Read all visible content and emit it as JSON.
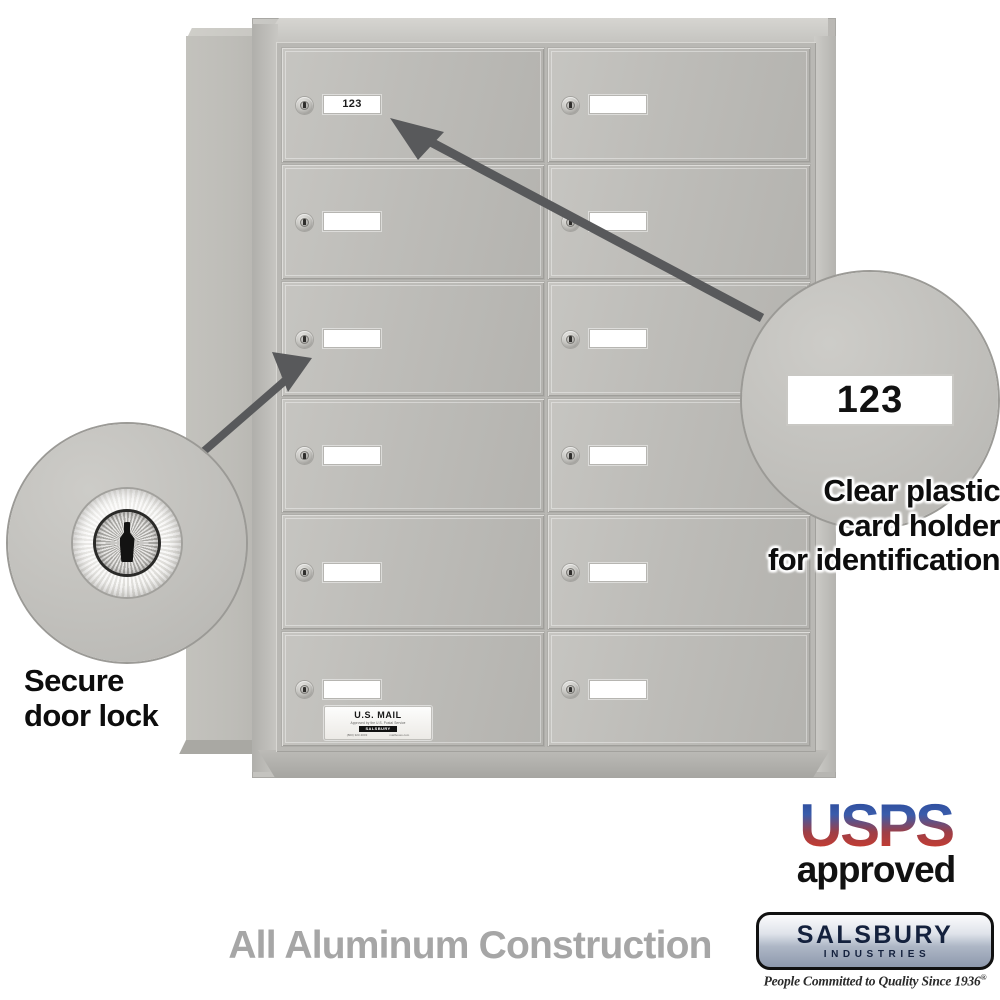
{
  "product": {
    "type": "recessed-mounted horizontal mailbox",
    "rows": 6,
    "columns": 2,
    "total_doors": 12,
    "sample_card_number": "123",
    "blank_card_label": ""
  },
  "usmail_plate": {
    "title": "U.S. MAIL",
    "subtitle": "Approved by the U.S. Postal Service",
    "brand": "SALSBURY",
    "left_code": "(800) 323-3003",
    "right_code": "mailboxes.com"
  },
  "callouts": {
    "card_holder": {
      "magnified_value": "123",
      "label_line1": "Clear plastic",
      "label_line2": "card holder",
      "label_line3": "for identification"
    },
    "lock": {
      "label_line1": "Secure",
      "label_line2": "door lock"
    }
  },
  "footer": {
    "tagline": "All Aluminum Construction",
    "usps": {
      "mark": "USPS",
      "approved": "approved"
    },
    "salsbury": {
      "name": "SALSBURY",
      "sub": "INDUSTRIES",
      "tagline": "People Committed to Quality Since 1936",
      "registered": "®"
    }
  },
  "colors": {
    "aluminum_light": "#c9c8c4",
    "aluminum_mid": "#bdbcb8",
    "aluminum_dark": "#a9a8a3",
    "arrow": "#58595b",
    "tagline_gray": "#a6a6a6",
    "usps_blue": "#2b4a9b",
    "usps_red": "#d23b2a",
    "salsbury_navy": "#14213d"
  }
}
